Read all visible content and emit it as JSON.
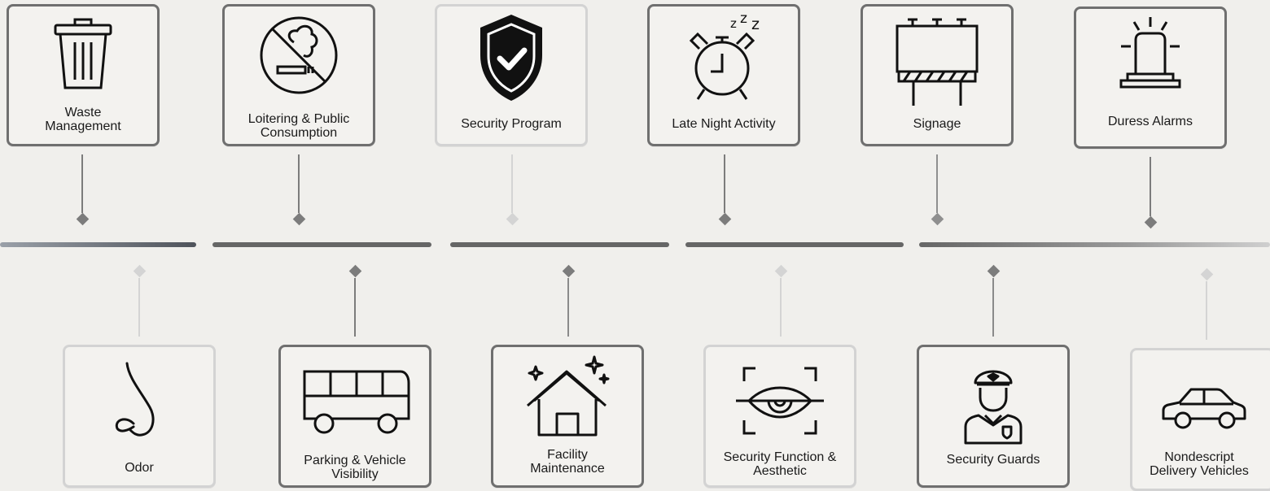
{
  "top_items": [
    {
      "label_lines": [
        "Waste",
        "Management"
      ],
      "icon": "trash-bin-icon"
    },
    {
      "label_lines": [
        "Loitering & Public",
        "Consumption"
      ],
      "icon": "no-smoking-icon"
    },
    {
      "label_lines": [
        "Security Program"
      ],
      "icon": "security-shield-icon"
    },
    {
      "label_lines": [
        "Late Night Activity"
      ],
      "icon": "alarm-clock-icon"
    },
    {
      "label_lines": [
        "Signage"
      ],
      "icon": "billboard-icon"
    },
    {
      "label_lines": [
        "Duress Alarms"
      ],
      "icon": "siren-icon"
    }
  ],
  "bottom_items": [
    {
      "label_lines": [
        "Odor"
      ],
      "icon": "nose-icon"
    },
    {
      "label_lines": [
        "Parking & Vehicle",
        "Visibility"
      ],
      "icon": "bus-icon"
    },
    {
      "label_lines": [
        "Facility",
        "Maintenance"
      ],
      "icon": "house-icon"
    },
    {
      "label_lines": [
        "Security Function &",
        "Aesthetic"
      ],
      "icon": "eye-scan-icon"
    },
    {
      "label_lines": [
        "Security Guards"
      ],
      "icon": "security-guard-icon"
    },
    {
      "label_lines": [
        "Nondescript",
        "Delivery Vehicles"
      ],
      "icon": "car-icon"
    }
  ],
  "colors": {
    "timeline_dark": "#4f535b",
    "timeline_mid": "#6a6a6a",
    "connector_dark": "#7c7c7c",
    "connector_light": "#cfcfcf",
    "background": "#f0efec"
  }
}
